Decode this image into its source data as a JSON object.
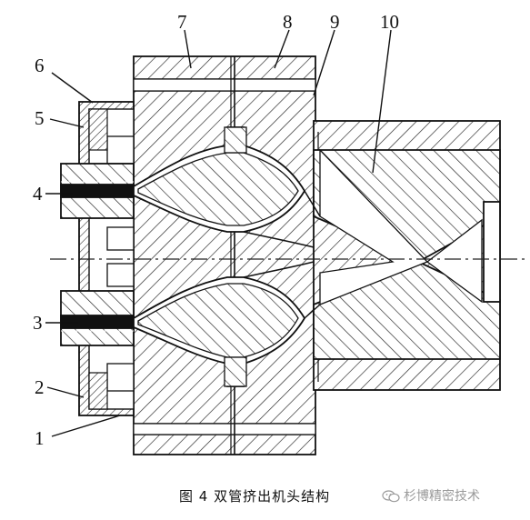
{
  "callouts": [
    {
      "id": "1",
      "label": "1"
    },
    {
      "id": "2",
      "label": "2"
    },
    {
      "id": "3",
      "label": "3"
    },
    {
      "id": "4",
      "label": "4"
    },
    {
      "id": "5",
      "label": "5"
    },
    {
      "id": "6",
      "label": "6"
    },
    {
      "id": "7",
      "label": "7"
    },
    {
      "id": "8",
      "label": "8"
    },
    {
      "id": "9",
      "label": "9"
    },
    {
      "id": "10",
      "label": "10"
    }
  ],
  "caption": {
    "figure_label": "图 4  双管挤出机头结构",
    "watermark": "杉博精密技术"
  }
}
